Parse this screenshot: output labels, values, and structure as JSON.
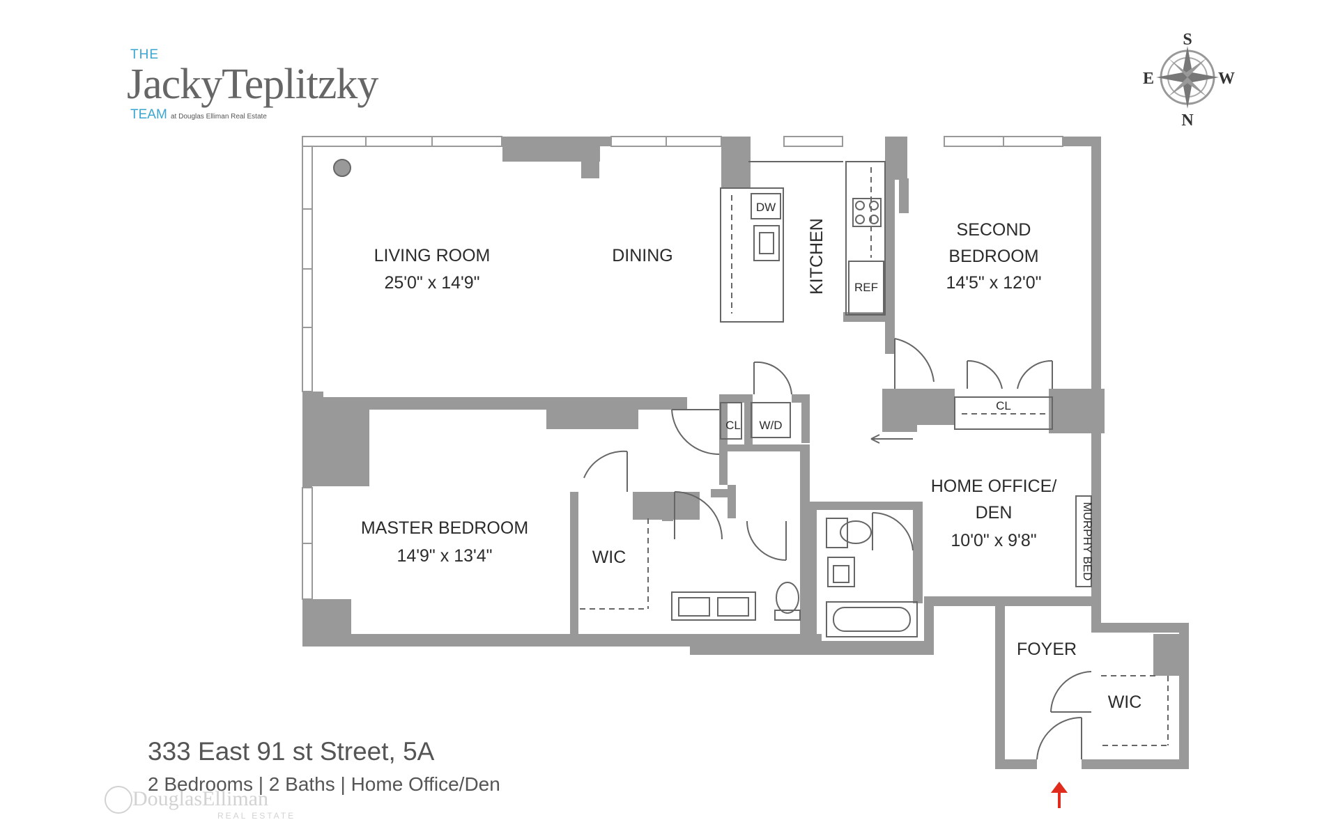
{
  "brand": {
    "the": "THE",
    "name": "JackyTeplitzky",
    "team": "TEAM",
    "sub": "at Douglas Elliman Real Estate"
  },
  "compass": {
    "top": "S",
    "right": "W",
    "bottom": "N",
    "left": "E"
  },
  "rooms": {
    "living": {
      "name": "LIVING ROOM",
      "size": "25'0\" x 14'9\""
    },
    "dining": {
      "name": "DINING"
    },
    "kitchen": {
      "name": "KITCHEN"
    },
    "second_bedroom": {
      "line1": "SECOND",
      "line2": "BEDROOM",
      "size": "14'5\" x 12'0\""
    },
    "master_bedroom": {
      "name": "MASTER BEDROOM",
      "size": "14'9\" x 13'4\""
    },
    "master_wic": {
      "name": "WIC"
    },
    "office": {
      "line1": "HOME OFFICE/",
      "line2": "DEN",
      "size": "10'0\" x 9'8\""
    },
    "foyer": {
      "name": "FOYER"
    },
    "foyer_wic": {
      "name": "WIC"
    }
  },
  "fixtures": {
    "dw": "DW",
    "ref": "REF",
    "cl_hall": "CL",
    "wd": "W/D",
    "cl_bedroom": "CL",
    "murphy": "MURPHY BED"
  },
  "listing": {
    "address": "333 East 91 st Street, 5A",
    "details": "2 Bedrooms | 2 Baths | Home Office/Den"
  },
  "watermark": {
    "name": "DouglasElliman",
    "sub": "REAL ESTATE"
  },
  "colors": {
    "wall": "#999999",
    "accent_blue": "#3aa6d0",
    "entry_arrow": "#e02b1d"
  }
}
